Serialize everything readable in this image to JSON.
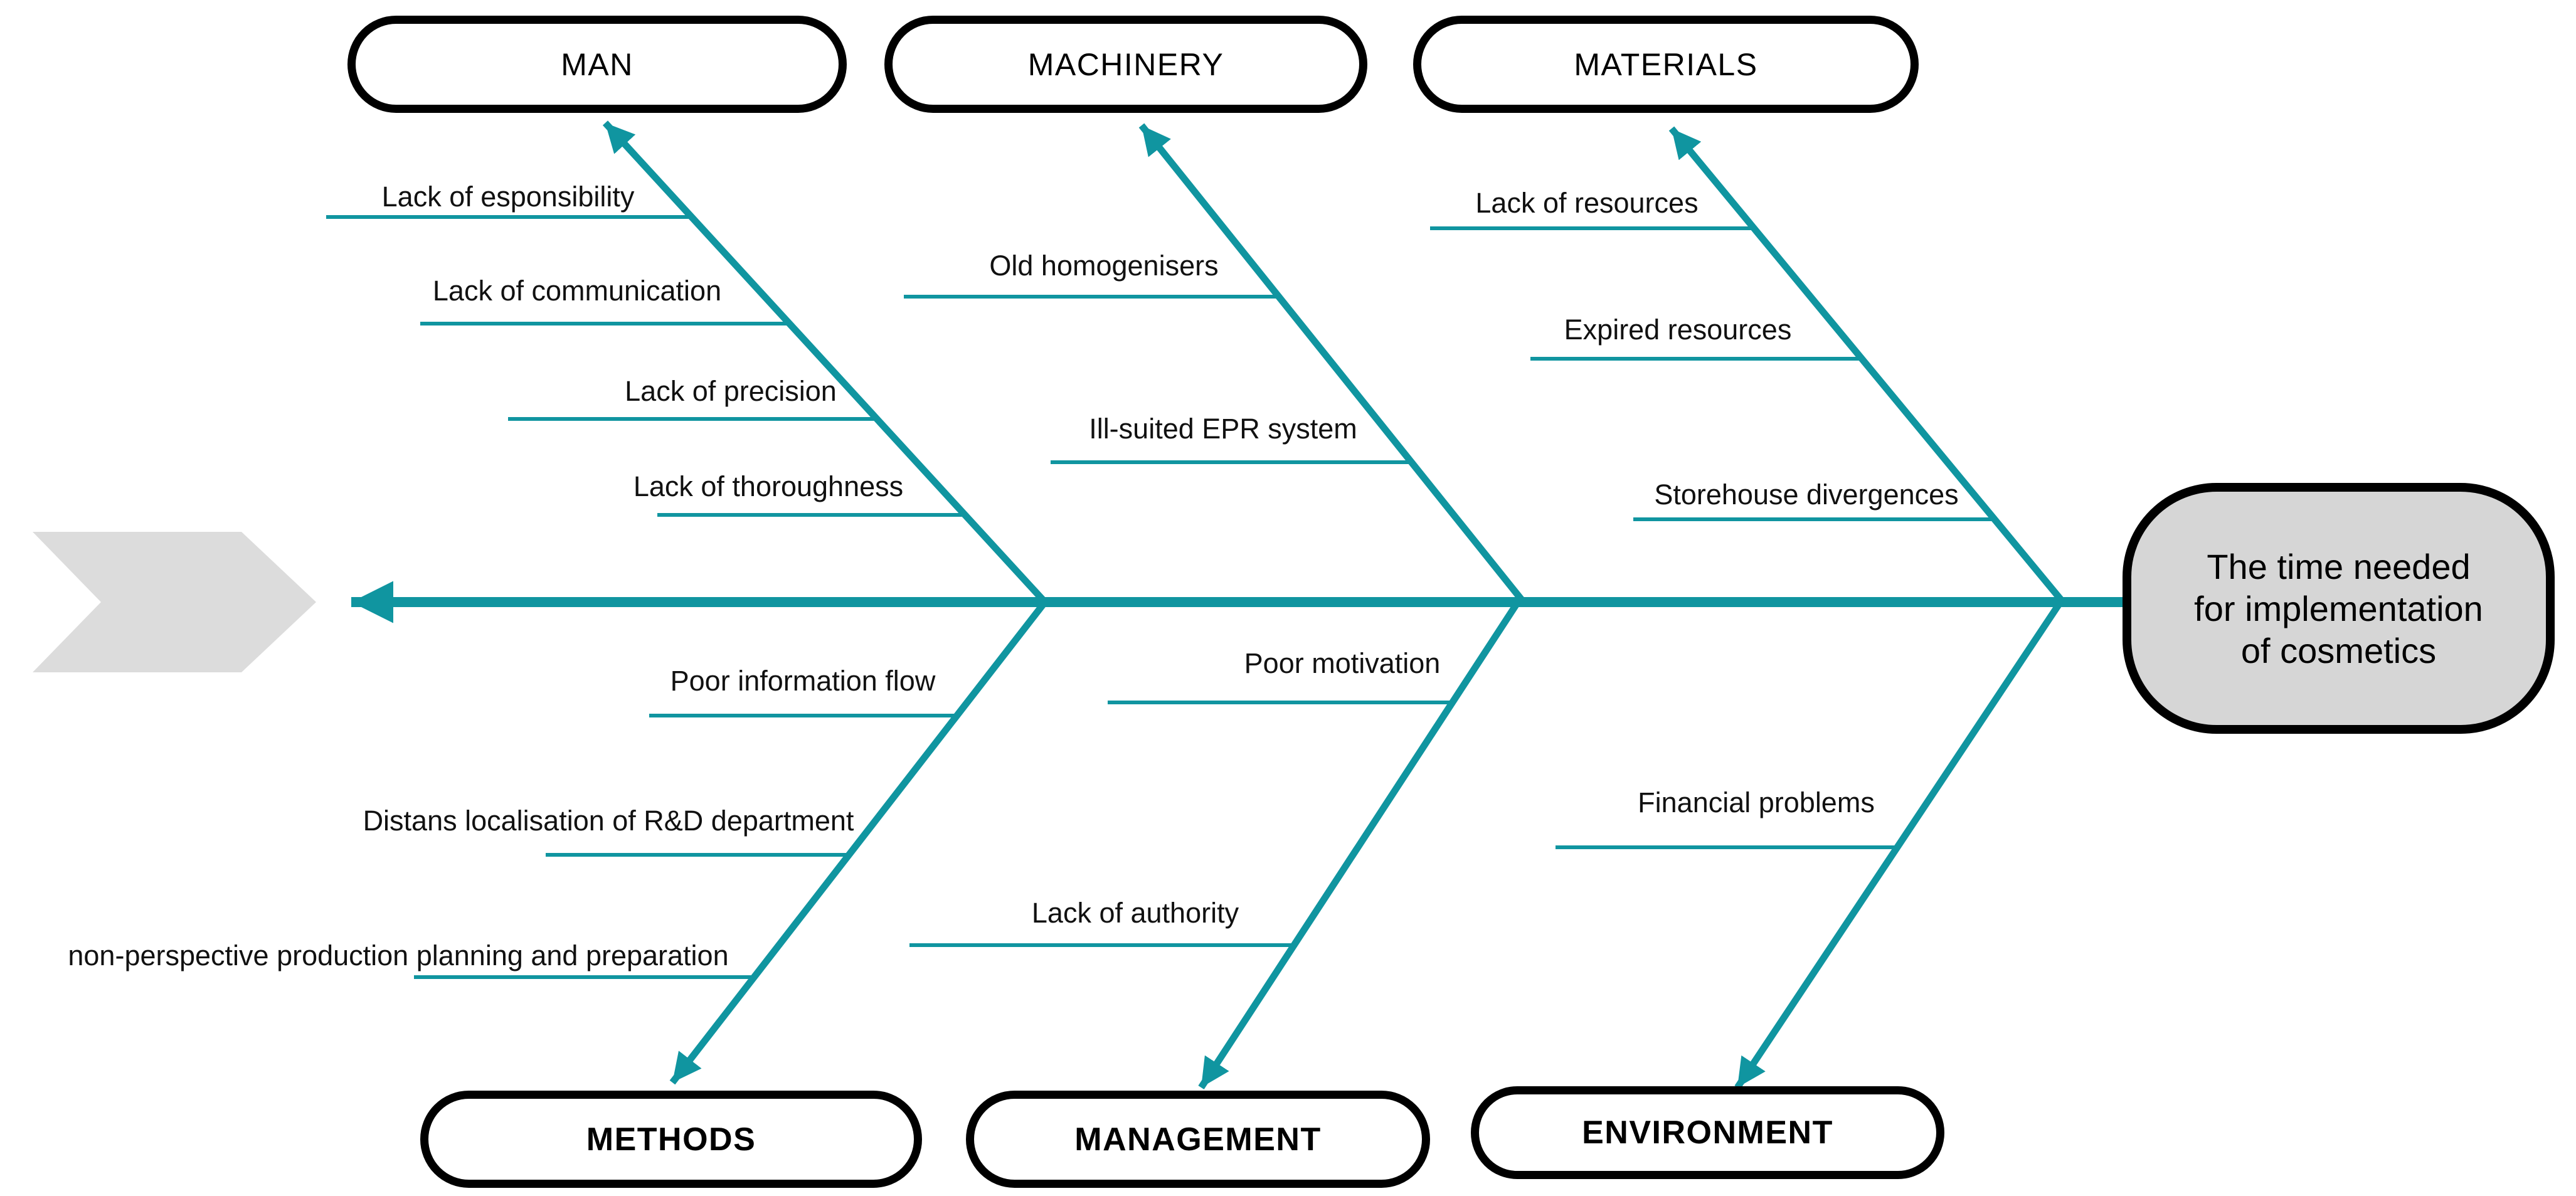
{
  "diagram": {
    "type": "fishbone",
    "effect": {
      "text": "The time needed\nfor implementation\nof cosmetics"
    },
    "categories": [
      {
        "id": "man",
        "label": "MAN",
        "position": "top",
        "causes": [
          "Lack of esponsibility",
          "Lack of communication",
          "Lack of precision",
          "Lack of thoroughness"
        ]
      },
      {
        "id": "machinery",
        "label": "MACHINERY",
        "position": "top",
        "causes": [
          "Old homogenisers",
          "Ill-suited EPR system"
        ]
      },
      {
        "id": "materials",
        "label": "MATERIALS",
        "position": "top",
        "causes": [
          "Lack of resources",
          "Expired resources",
          "Storehouse divergences"
        ]
      },
      {
        "id": "methods",
        "label": "METHODS",
        "position": "bottom",
        "causes": [
          "Poor information flow",
          "Distans localisation of R&D department",
          "non-perspective production planning and preparation"
        ]
      },
      {
        "id": "management",
        "label": "MANAGEMENT",
        "position": "bottom",
        "causes": [
          "Poor motivation",
          "Lack of authority"
        ]
      },
      {
        "id": "environment",
        "label": "ENVIRONMENT",
        "position": "bottom",
        "causes": [
          "Financial problems"
        ]
      }
    ],
    "colors": {
      "spine_teal": "#1095a0",
      "box_border": "#000000",
      "box_fill": "#ffffff",
      "effect_fill": "#d6d6d6",
      "chevron_fill": "#dcdcdc",
      "text": "#000000",
      "background": "#ffffff"
    }
  }
}
